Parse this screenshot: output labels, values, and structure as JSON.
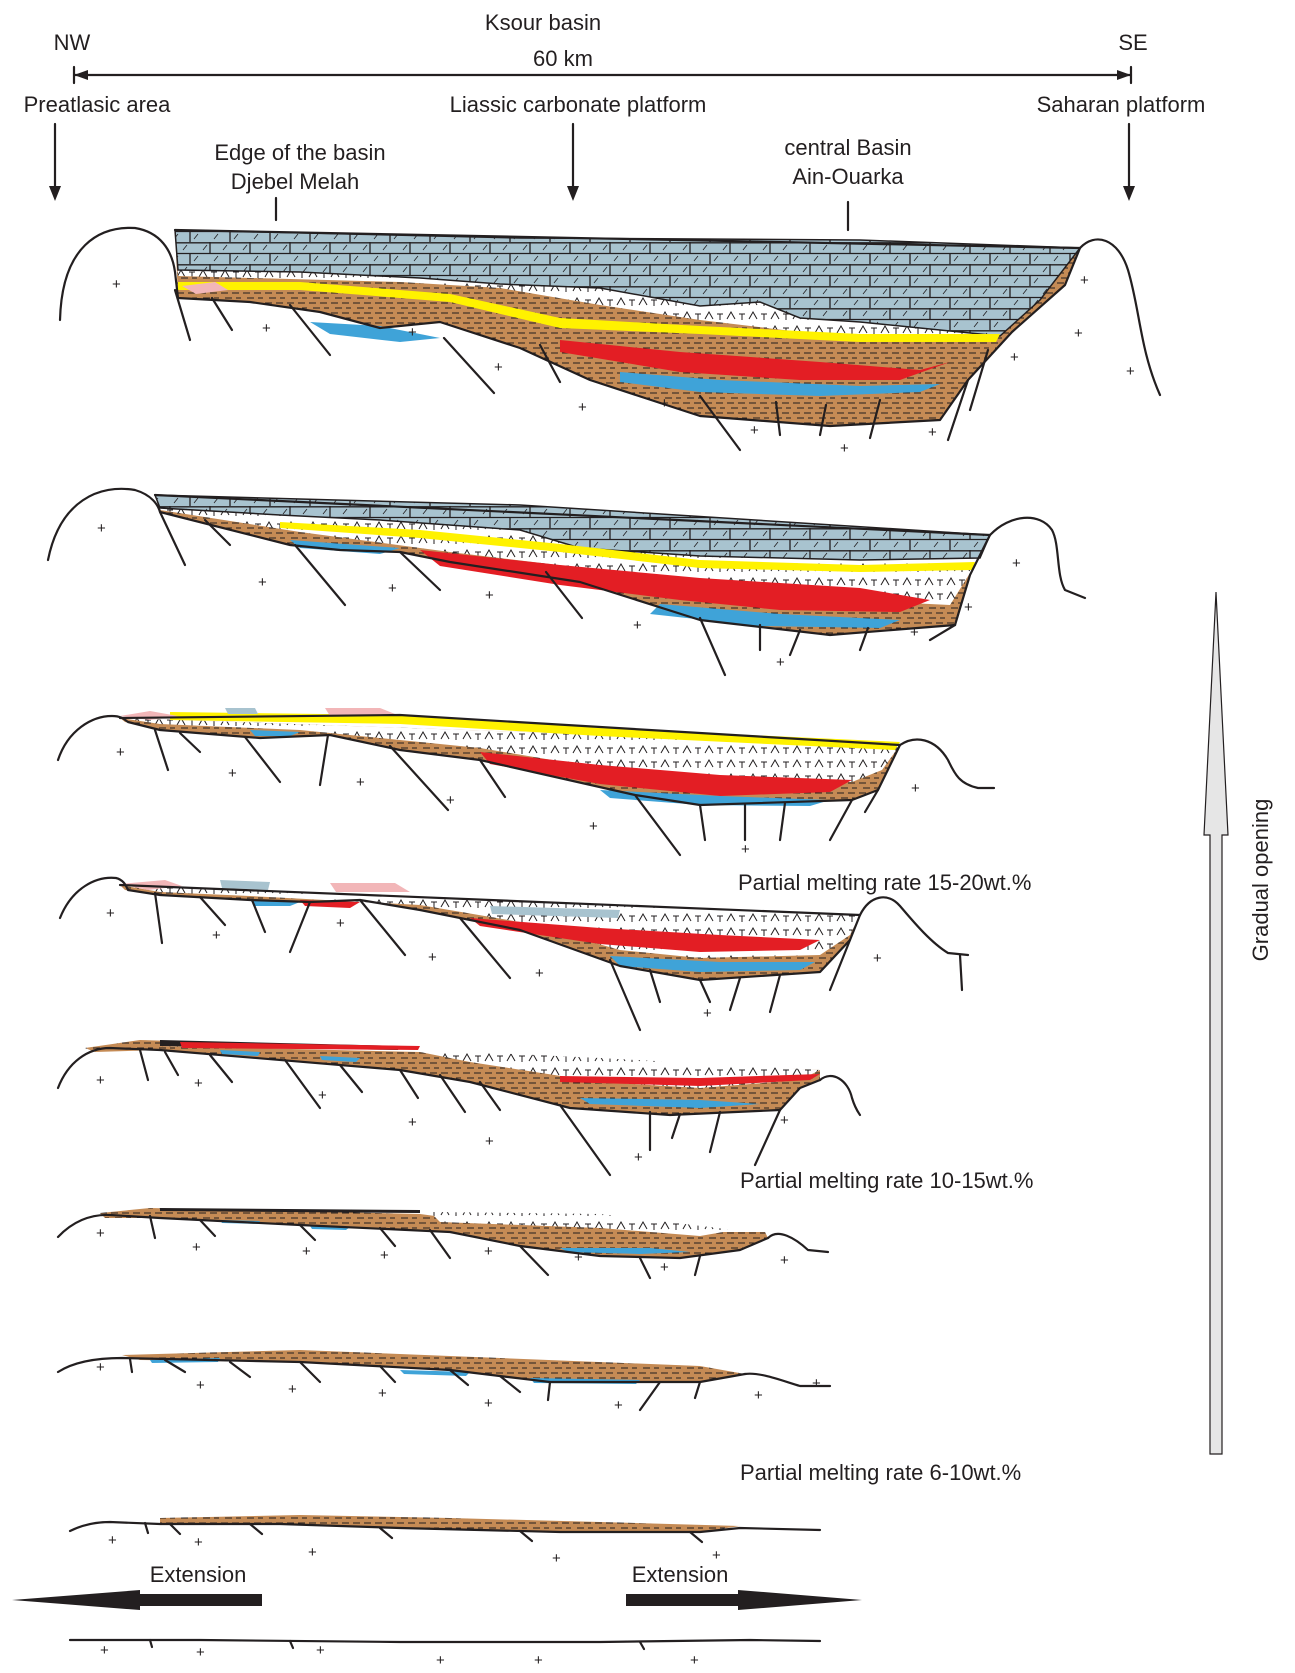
{
  "header": {
    "nw": "NW",
    "se": "SE",
    "basin_name": "Ksour basin",
    "scale": "60 km"
  },
  "domains": {
    "preatlasic": "Preatlasic area",
    "liassic": "Liassic carbonate platform",
    "saharan": "Saharan platform",
    "edge_line1": "Edge of the basin",
    "edge_line2": "Djebel Melah",
    "central_line1": "central Basin",
    "central_line2": "Ain-Ouarka"
  },
  "melting": {
    "rate_high": "Partial melting rate 15-20wt.%",
    "rate_mid": "Partial melting rate 10-15wt.%",
    "rate_low": "Partial melting rate 6-10wt.%"
  },
  "extension": {
    "left": "Extension",
    "right": "Extension"
  },
  "side_arrow": {
    "label": "Gradual opening"
  },
  "colors": {
    "limestone": "#a8c3cf",
    "brown_sediment": "#c58b55",
    "red_magma": "#e31e24",
    "blue_lens": "#3fa3d8",
    "yellow_layer": "#fff200",
    "pink_layer": "#f2b6b8",
    "arrow_fill": "#e6e6e6",
    "line": "#231f20"
  }
}
